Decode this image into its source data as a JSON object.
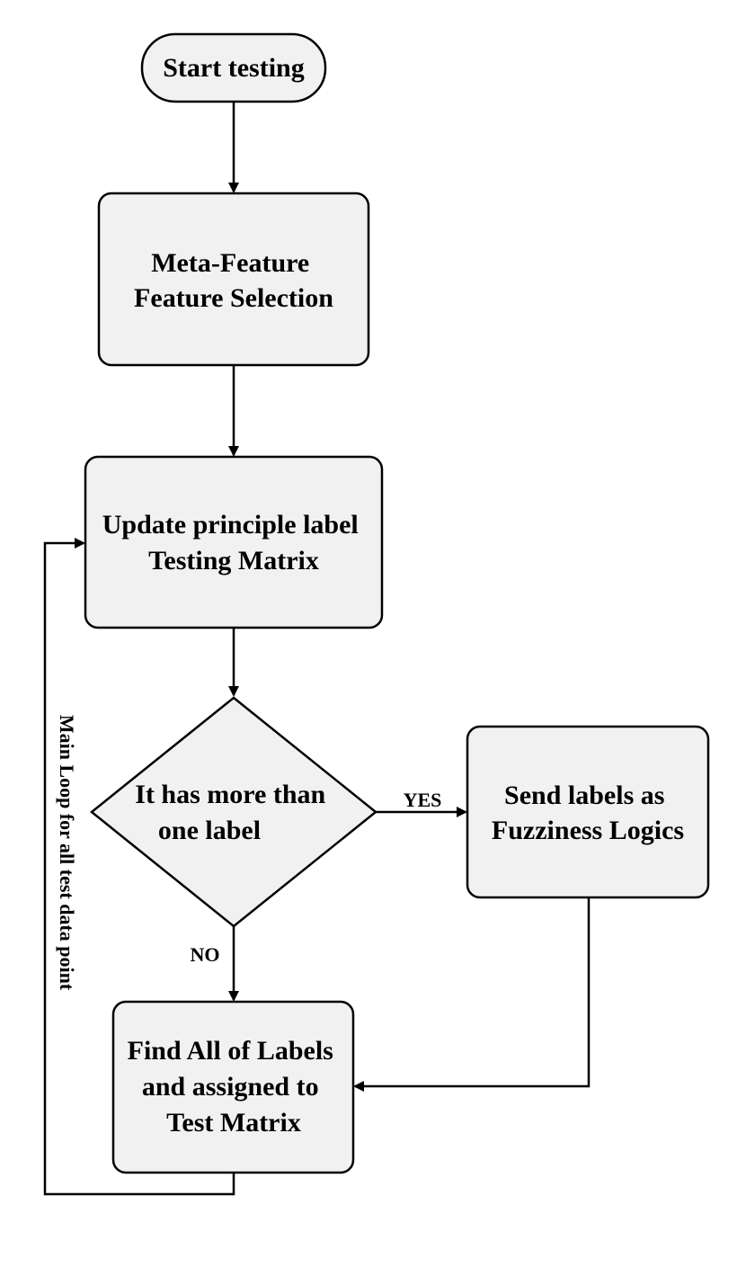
{
  "colors": {
    "node_fill": "#f1f1f1",
    "stroke": "#000000",
    "text": "#000000"
  },
  "nodes": {
    "start": {
      "lines": [
        "Start testing"
      ]
    },
    "meta_feature": {
      "lines": [
        "Meta-Feature",
        "Feature Selection"
      ]
    },
    "update_label": {
      "lines": [
        "Update principle label",
        "Testing Matrix"
      ]
    },
    "decision": {
      "lines": [
        "It has more than",
        "one label"
      ]
    },
    "send_labels": {
      "lines": [
        "Send labels as",
        "Fuzziness Logics"
      ]
    },
    "find_labels": {
      "lines": [
        "Find All of Labels",
        "and assigned to",
        "Test Matrix"
      ]
    }
  },
  "edge_labels": {
    "yes": "YES",
    "no": "NO",
    "loop": "Main Loop for all test data point"
  }
}
